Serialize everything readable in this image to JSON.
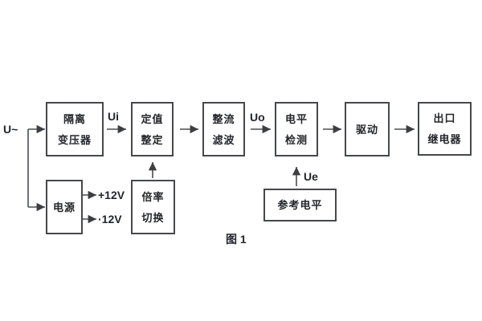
{
  "diagram": {
    "caption": "图 1",
    "input_label": "U~",
    "signal_labels": {
      "ui": "Ui",
      "uo": "Uo",
      "ue": "Ue"
    },
    "power_rails": {
      "plus": "+12V",
      "minus": "·12V"
    },
    "blocks": {
      "isolation_transformer": {
        "line1": "隔离",
        "line2": "变压器"
      },
      "setting_adjust": {
        "line1": "定值",
        "line2": "整定"
      },
      "rectify_filter": {
        "line1": "整流",
        "line2": "滤波"
      },
      "level_detect": {
        "line1": "电平",
        "line2": "检测"
      },
      "drive": {
        "line1": "驱动"
      },
      "output_relay": {
        "line1": "出口",
        "line2": "继电器"
      },
      "power_supply": {
        "line1": "电源"
      },
      "ratio_switch": {
        "line1": "倍率",
        "line2": "切换"
      },
      "reference_level": {
        "line1": "参考电平"
      }
    },
    "colors": {
      "line": "#46484c",
      "text": "#23252e",
      "background": "#ffffff"
    }
  }
}
